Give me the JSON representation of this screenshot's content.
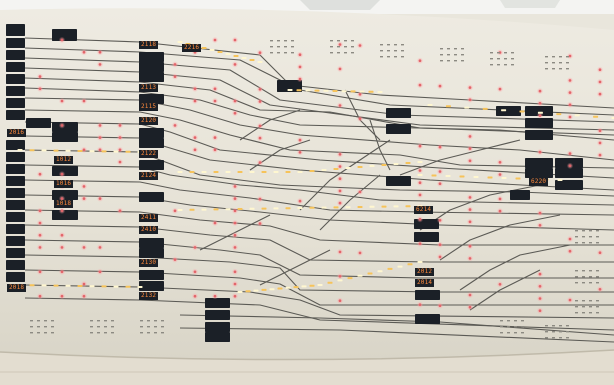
{
  "scene": {
    "subject": "railway signal control panel with illuminated track diagram",
    "colors": {
      "panel": "#e9e6dc",
      "panel_shadow": "#c9c5b8",
      "frame": "#d8d4c7",
      "track": "#5b5a55",
      "lamp_red": "#e2656a",
      "lamp_white": "#fff7d0",
      "lamp_amber": "#f6c35a",
      "display": "#1b2027",
      "display_text": "#ff8a3c",
      "ceiling": "#f4f4f2"
    }
  },
  "displays": [
    {
      "id": "d1",
      "text": "2118"
    },
    {
      "id": "d2",
      "text": "2216"
    },
    {
      "id": "d3",
      "text": "2113"
    },
    {
      "id": "d4",
      "text": "2115"
    },
    {
      "id": "d5",
      "text": "2120"
    },
    {
      "id": "d6",
      "text": "2122"
    },
    {
      "id": "d7",
      "text": "2124"
    },
    {
      "id": "d8",
      "text": "1012"
    },
    {
      "id": "d9",
      "text": "1016"
    },
    {
      "id": "d10",
      "text": "1018"
    },
    {
      "id": "d11",
      "text": "2411"
    },
    {
      "id": "d12",
      "text": "2410"
    },
    {
      "id": "d13",
      "text": "6214"
    },
    {
      "id": "d14",
      "text": "6220"
    },
    {
      "id": "d15",
      "text": "2012"
    },
    {
      "id": "d16",
      "text": "2014"
    },
    {
      "id": "d17",
      "text": "2016"
    },
    {
      "id": "d18",
      "text": "2018"
    },
    {
      "id": "d19",
      "text": "2130"
    },
    {
      "id": "d20",
      "text": "2132"
    }
  ]
}
